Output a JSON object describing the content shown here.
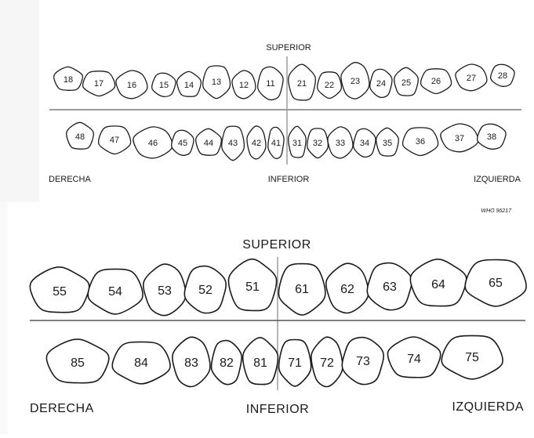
{
  "permanent": {
    "superior_label": "SUPERIOR",
    "inferior_label": "INFERIOR",
    "right_label": "DERECHA",
    "left_label": "IZQUIERDA",
    "code": "WHO 96217",
    "upper_teeth": [
      "18",
      "17",
      "16",
      "15",
      "14",
      "13",
      "12",
      "11",
      "21",
      "22",
      "23",
      "24",
      "25",
      "26",
      "27",
      "28"
    ],
    "lower_teeth": [
      "48",
      "47",
      "46",
      "45",
      "44",
      "43",
      "42",
      "41",
      "31",
      "32",
      "33",
      "34",
      "35",
      "36",
      "37",
      "38"
    ]
  },
  "primary": {
    "superior_label": "SUPERIOR",
    "inferior_label": "INFERIOR",
    "right_label": "DERECHA",
    "left_label": "IZQUIERDA",
    "upper_teeth": [
      "55",
      "54",
      "53",
      "52",
      "51",
      "61",
      "62",
      "63",
      "64",
      "65"
    ],
    "lower_teeth": [
      "85",
      "84",
      "83",
      "82",
      "81",
      "71",
      "72",
      "73",
      "74",
      "75"
    ]
  }
}
